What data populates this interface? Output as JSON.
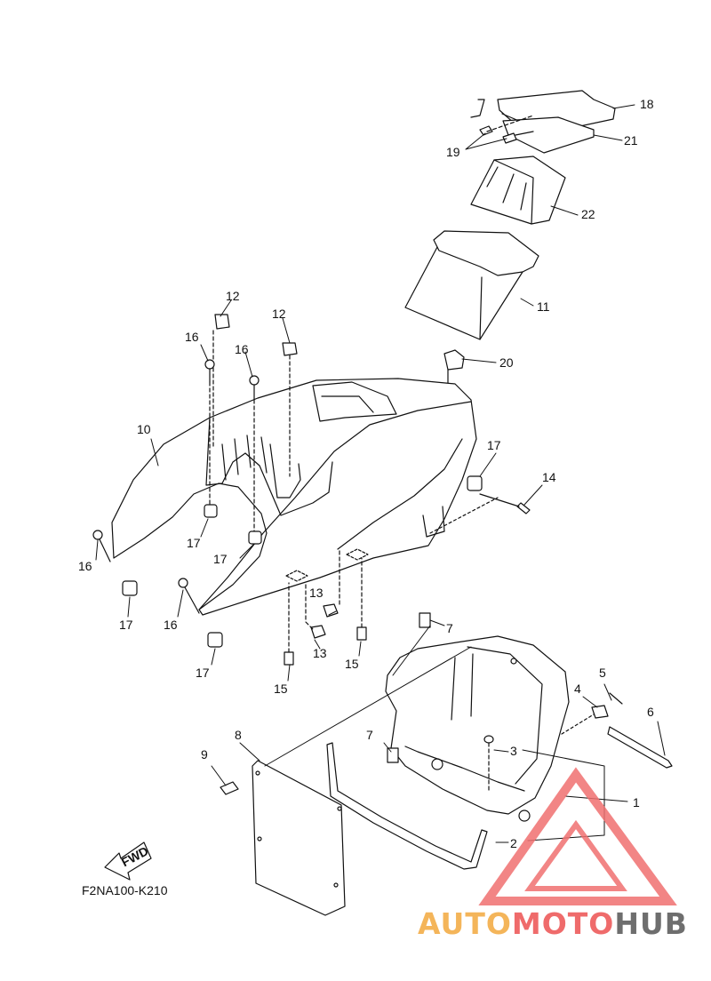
{
  "diagram_code": "F2NA100-K210",
  "fwd_arrow": "FWD",
  "watermark": {
    "part1": "AUTO",
    "part2": "MOTO",
    "part3": "HUB",
    "colors": {
      "triangle": "#f07070",
      "auto": "#f4b55a",
      "moto": "#ef6b6b",
      "hub": "#6e6e6e"
    }
  },
  "callouts": [
    {
      "id": "c18",
      "text": "18"
    },
    {
      "id": "c21",
      "text": "21"
    },
    {
      "id": "c19",
      "text": "19"
    },
    {
      "id": "c22",
      "text": "22"
    },
    {
      "id": "c11",
      "text": "11"
    },
    {
      "id": "c20",
      "text": "20"
    },
    {
      "id": "c12a",
      "text": "12"
    },
    {
      "id": "c12b",
      "text": "12"
    },
    {
      "id": "c16a",
      "text": "16"
    },
    {
      "id": "c16b",
      "text": "16"
    },
    {
      "id": "c10",
      "text": "10"
    },
    {
      "id": "c17a",
      "text": "17"
    },
    {
      "id": "c14",
      "text": "14"
    },
    {
      "id": "c17b",
      "text": "17"
    },
    {
      "id": "c17c",
      "text": "17"
    },
    {
      "id": "c16c",
      "text": "16"
    },
    {
      "id": "c17d",
      "text": "17"
    },
    {
      "id": "c16d",
      "text": "16"
    },
    {
      "id": "c13a",
      "text": "13"
    },
    {
      "id": "c13b",
      "text": "13"
    },
    {
      "id": "c17e",
      "text": "17"
    },
    {
      "id": "c15a",
      "text": "15"
    },
    {
      "id": "c15b",
      "text": "15"
    },
    {
      "id": "c7a",
      "text": "7"
    },
    {
      "id": "c5",
      "text": "5"
    },
    {
      "id": "c4",
      "text": "4"
    },
    {
      "id": "c6",
      "text": "6"
    },
    {
      "id": "c8",
      "text": "8"
    },
    {
      "id": "c7b",
      "text": "7"
    },
    {
      "id": "c3",
      "text": "3"
    },
    {
      "id": "c9",
      "text": "9"
    },
    {
      "id": "c1",
      "text": "1"
    },
    {
      "id": "c2",
      "text": "2"
    }
  ]
}
